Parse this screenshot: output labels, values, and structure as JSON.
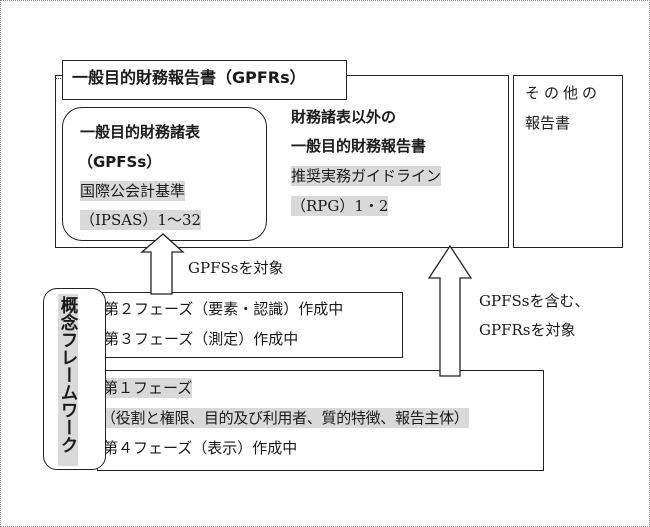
{
  "diagram": {
    "gpfrs_box": {
      "title": "一般目的財務報告書（GPFRs）"
    },
    "gpfs_box": {
      "title_line1": "一般目的財務諸表",
      "title_line2": "（GPFSs）",
      "standard_line1": "国際公会計基準",
      "standard_line2": "（IPSAS）1〜32"
    },
    "non_fs_box": {
      "title_line1": "財務諸表以外の",
      "title_line2": "一般目的財務報告書",
      "guideline_line1": "推奨実務ガイドライン",
      "guideline_line2": "（RPG）1・2"
    },
    "other_reports_box": {
      "line1": "その他の",
      "line2": "報告書"
    },
    "left_arrow_label": "GPFSsを対象",
    "right_arrow_label_line1": "GPFSsを含む、",
    "right_arrow_label_line2": "GPFRsを対象",
    "framework_label": "概念フレームワーク",
    "phases_upper": {
      "phase2": "第２フェーズ（要素・認識）作成中",
      "phase3": "第３フェーズ（測定）作成中"
    },
    "phases_lower": {
      "phase1_title": "第１フェーズ",
      "phase1_detail": "（役割と権限、目的及び利用者、質的特徴、報告主体）",
      "phase4": "第４フェーズ（表示）作成中"
    },
    "colors": {
      "highlight": "#d9d9d9",
      "line": "#222222"
    }
  }
}
